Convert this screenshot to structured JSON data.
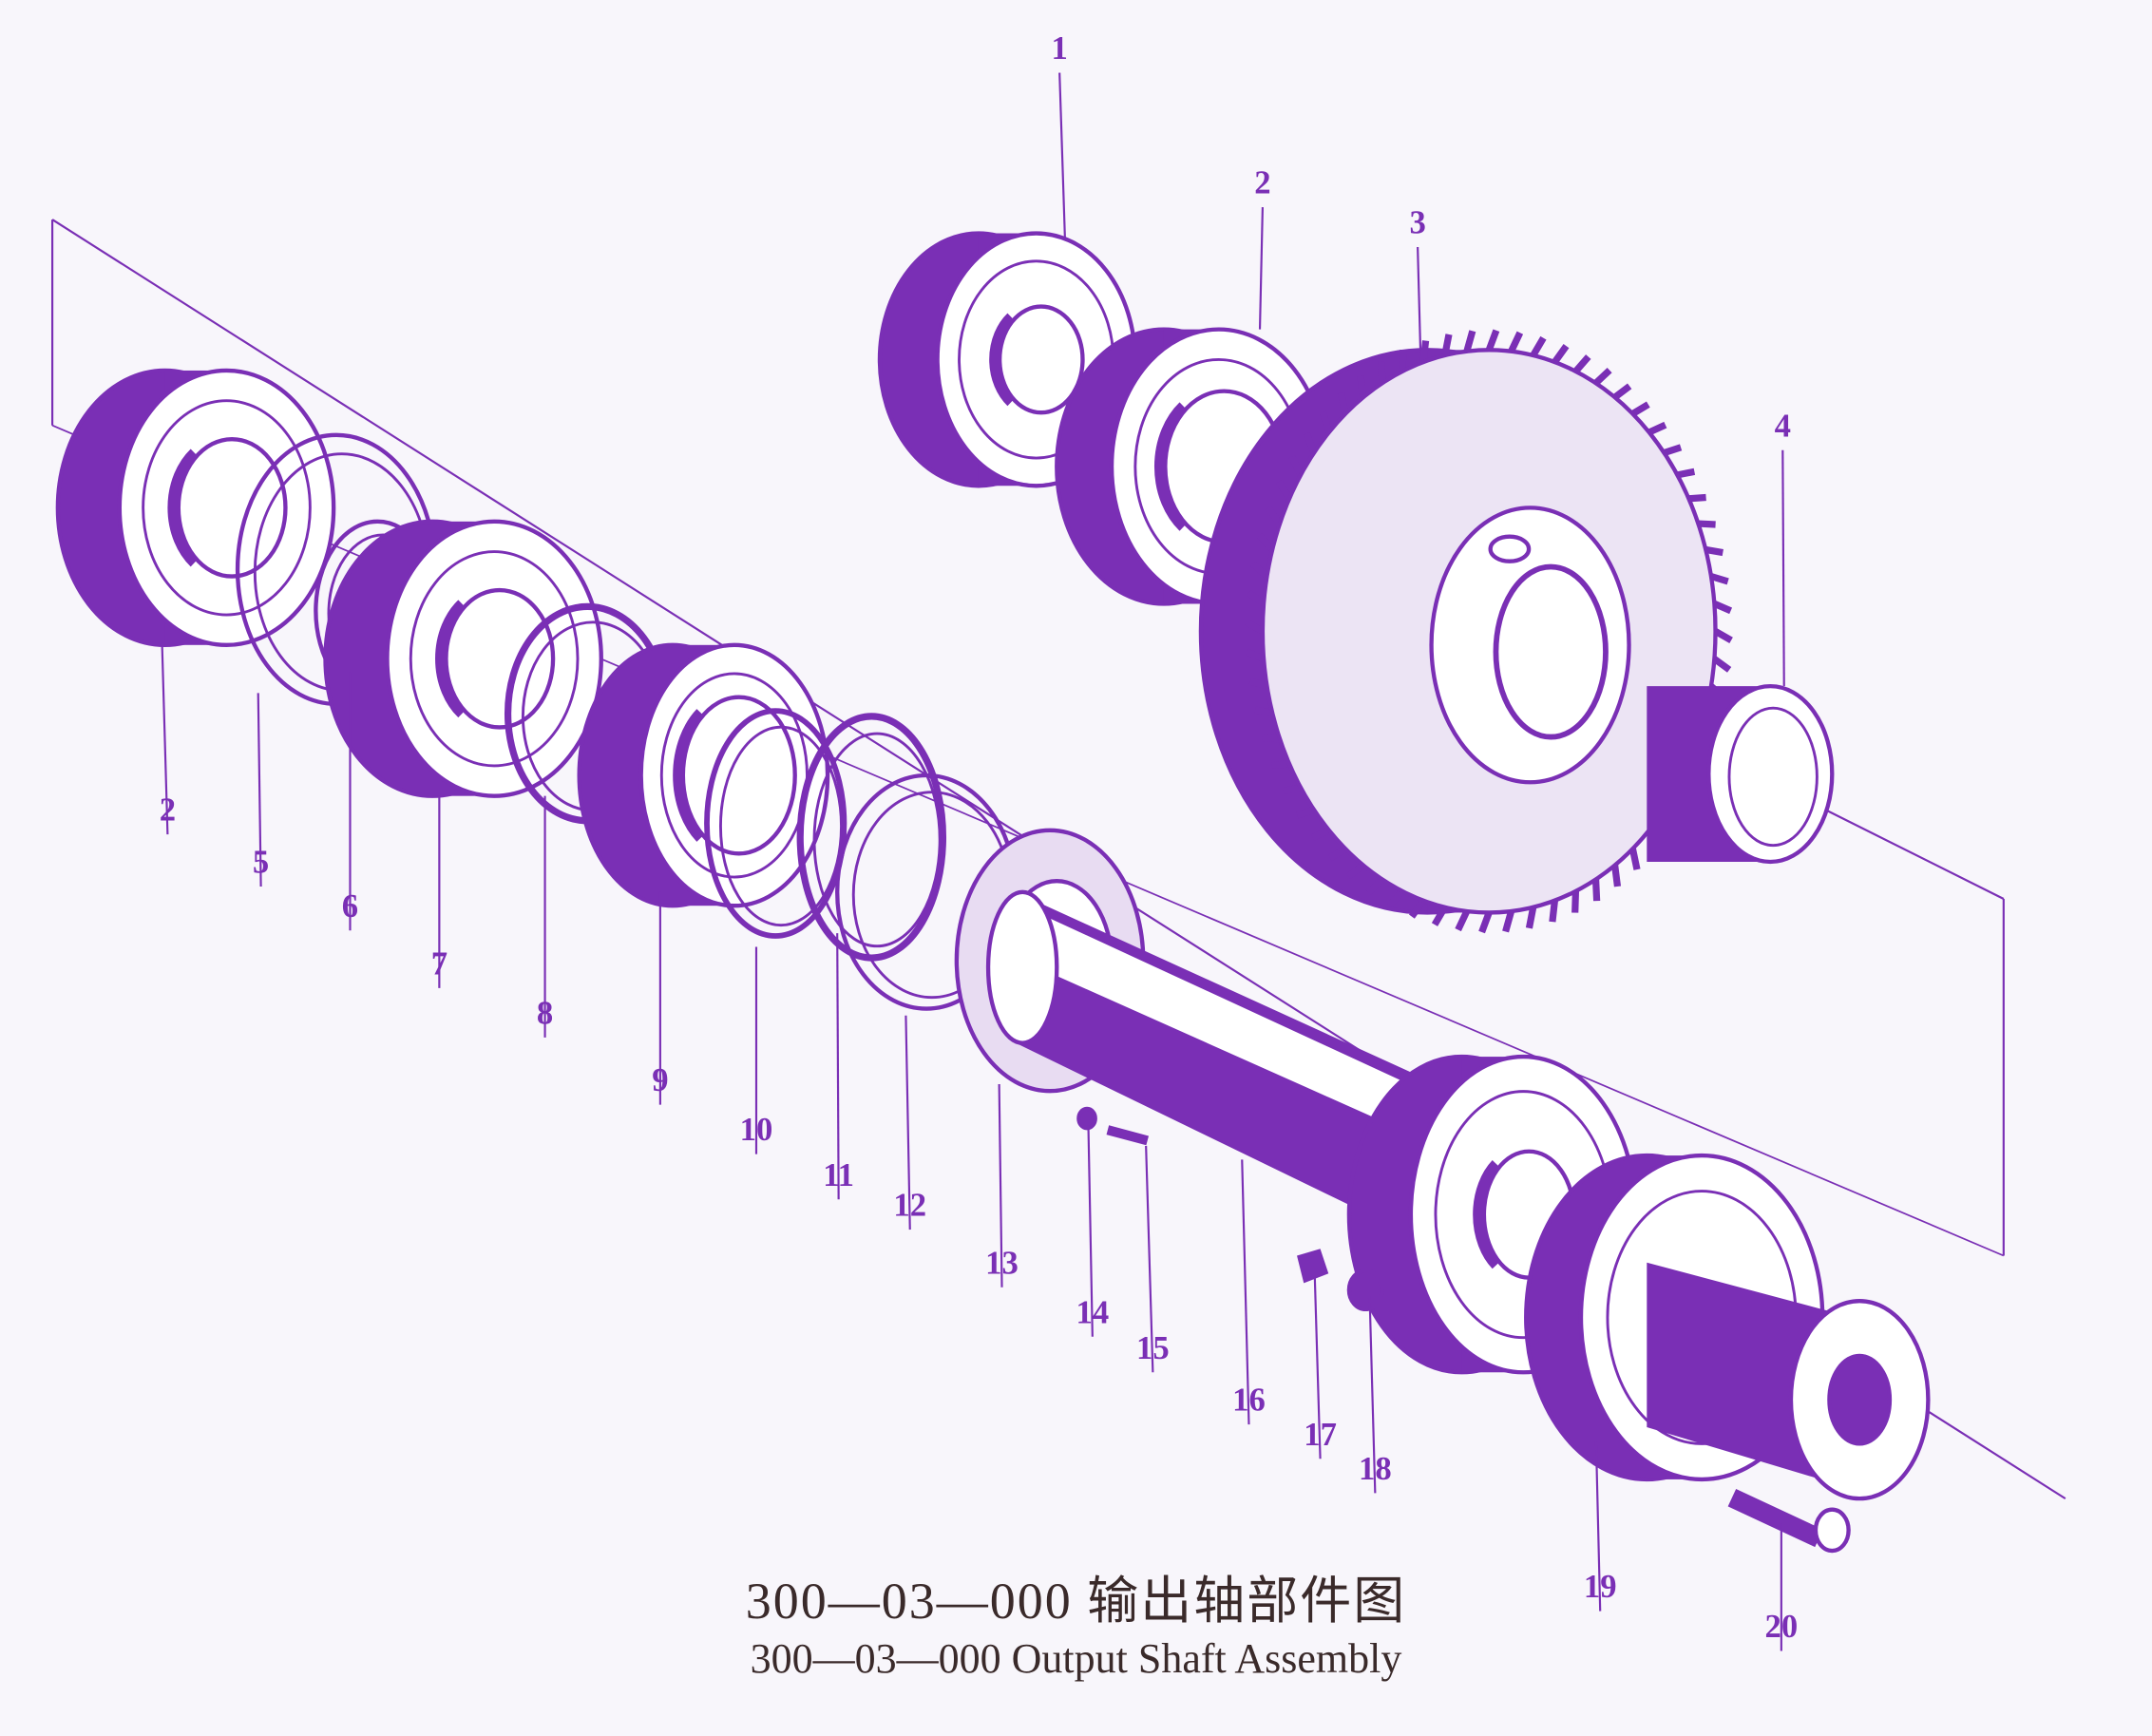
{
  "caption": {
    "chinese": "300—03—000 输出轴部件图",
    "english": "300—03—000 Output Shaft Assembly"
  },
  "callouts": [
    "1",
    "2",
    "3",
    "4",
    "2",
    "5",
    "6",
    "7",
    "8",
    "9",
    "10",
    "11",
    "12",
    "13",
    "14",
    "15",
    "16",
    "17",
    "18",
    "19",
    "20"
  ],
  "colors": {
    "ink": "#7a2fb5",
    "paper": "#f8f6fb",
    "caption": "#3a2a2a"
  }
}
